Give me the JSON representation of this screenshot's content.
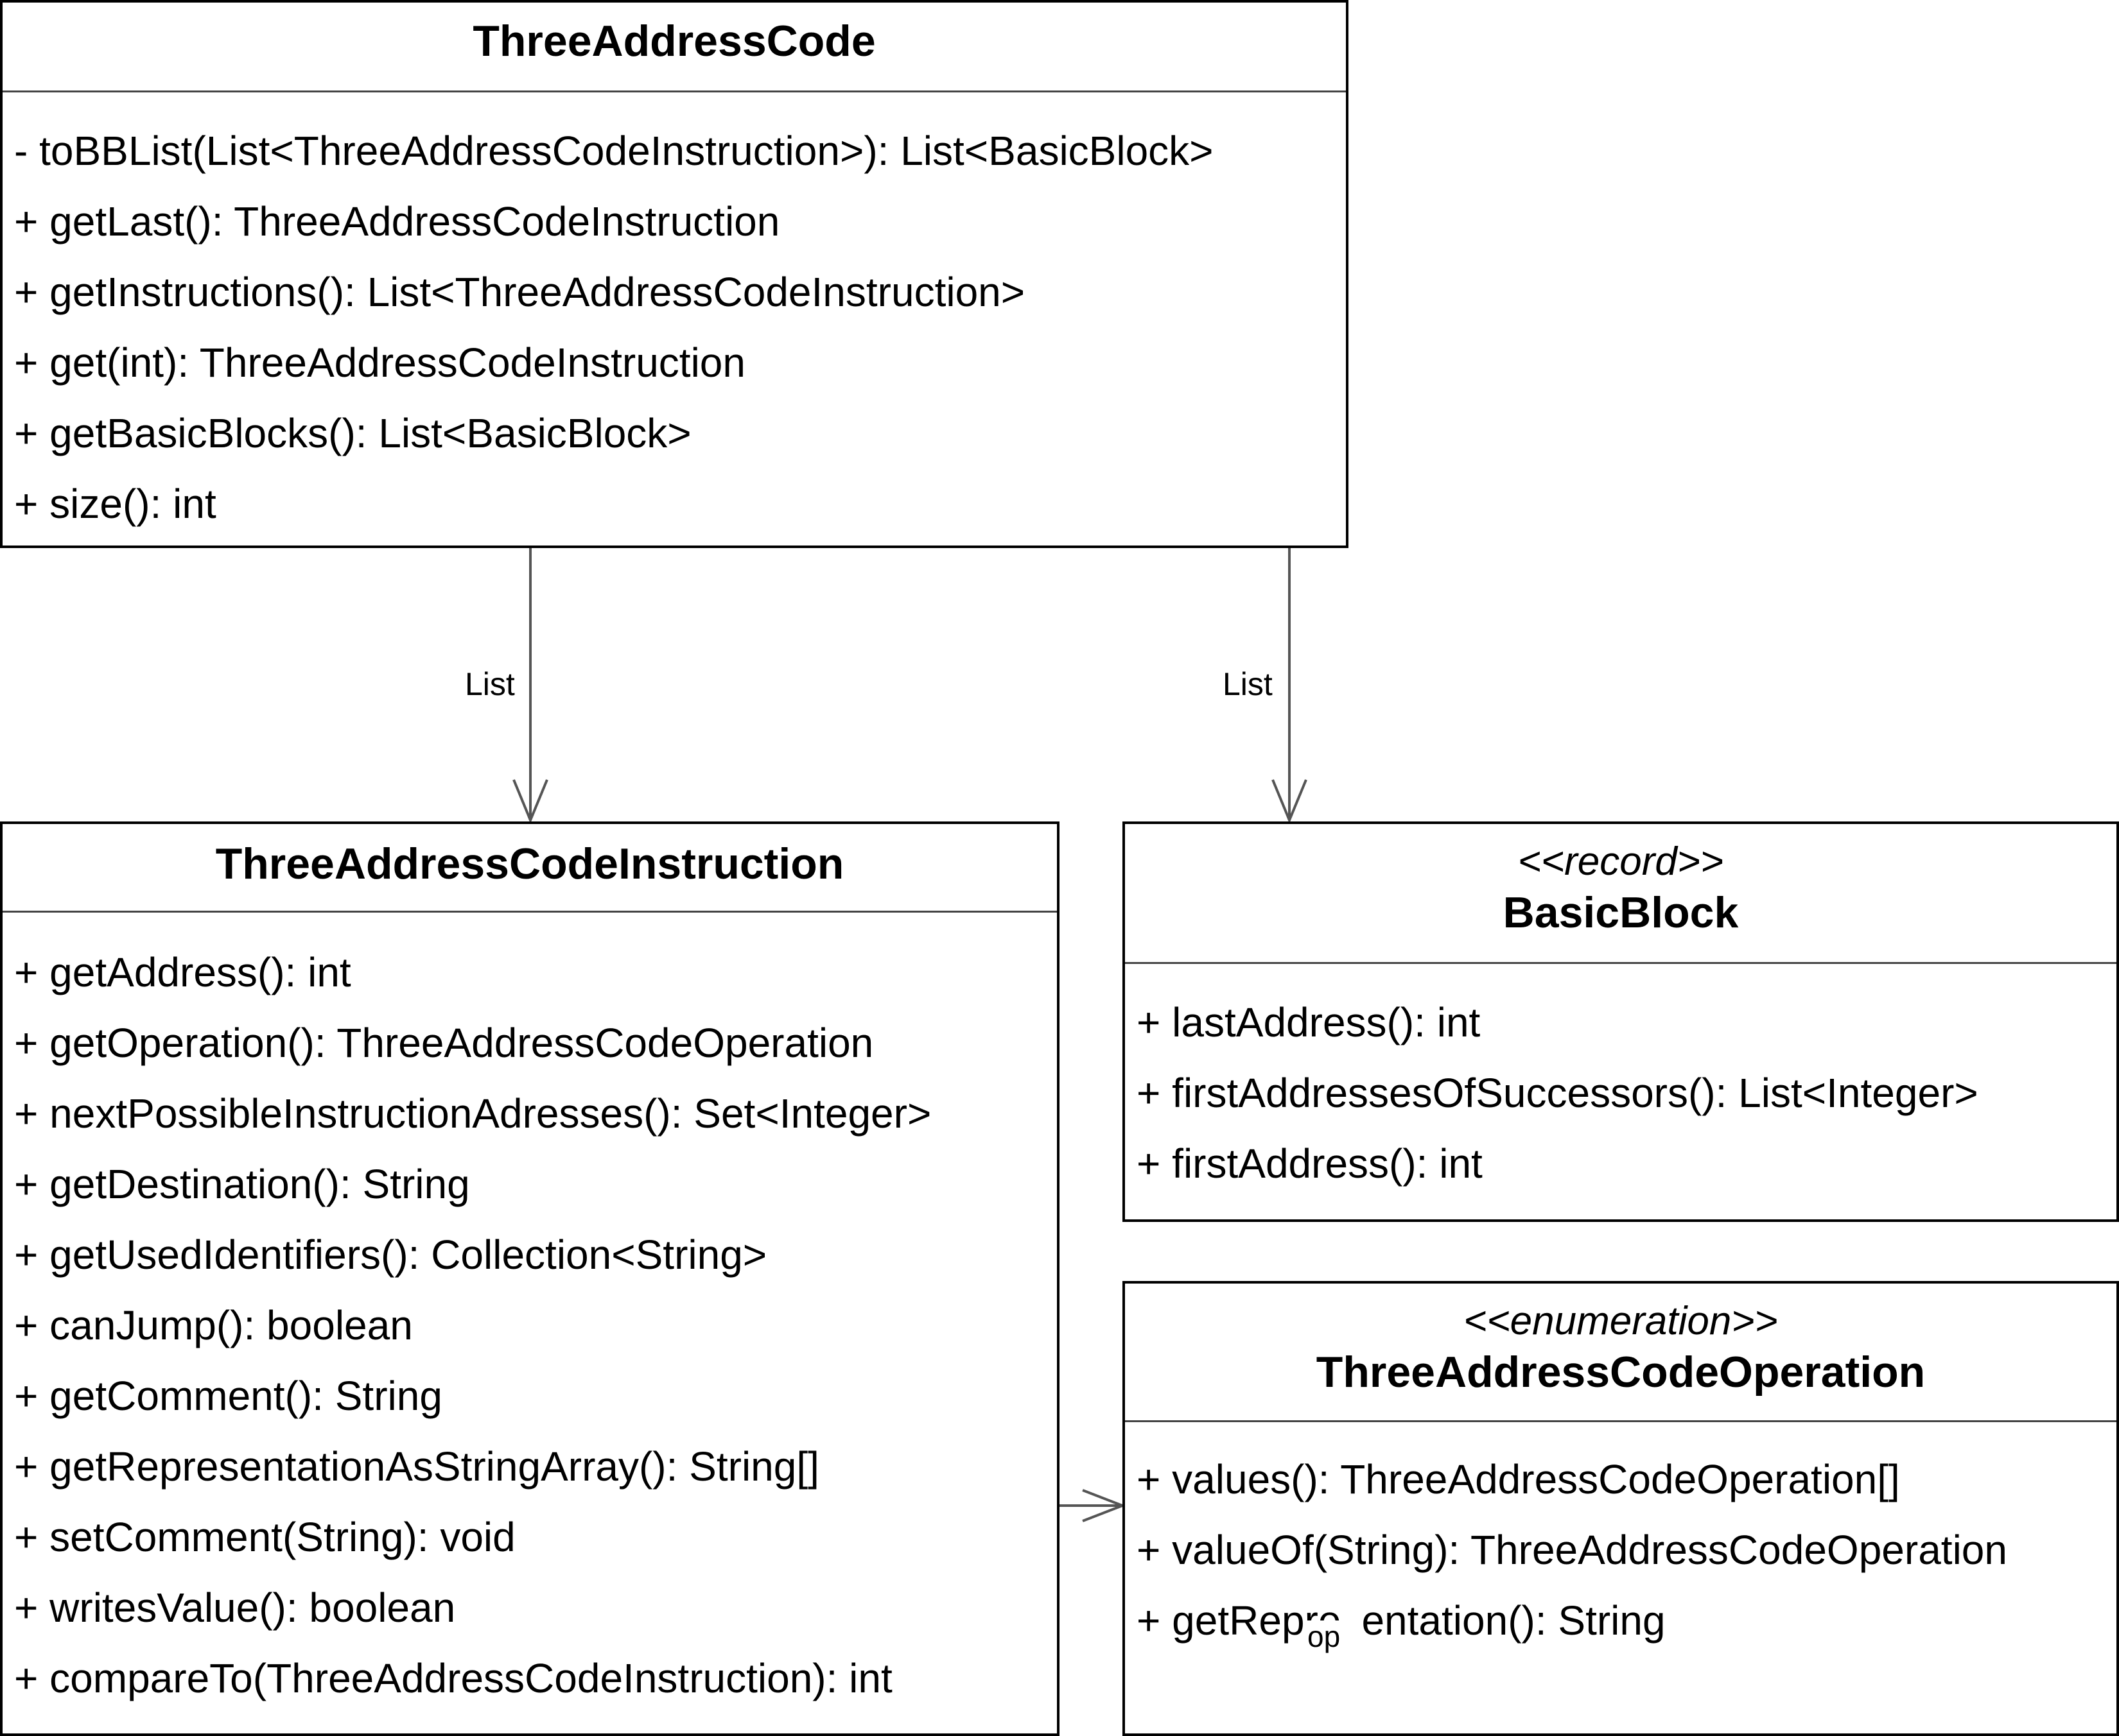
{
  "classes": {
    "tac": {
      "name": "ThreeAddressCode",
      "operations": [
        "- toBBList(List<ThreeAddressCodeInstruction>): List<BasicBlock>",
        "+ getLast(): ThreeAddressCodeInstruction",
        "+ getInstructions(): List<ThreeAddressCodeInstruction>",
        "+ get(int): ThreeAddressCodeInstruction",
        "+ getBasicBlocks(): List<BasicBlock>",
        "+ size(): int"
      ]
    },
    "instruction": {
      "name": "ThreeAddressCodeInstruction",
      "operations": [
        "+ getAddress(): int",
        "+ getOperation(): ThreeAddressCodeOperation",
        "+ nextPossibleInstructionAdresses(): Set<Integer>",
        "+ getDestination(): String",
        "+ getUsedIdentifiers(): Collection<String>",
        "+ canJump(): boolean",
        "+ getComment(): String",
        "+ getRepresentationAsStringArray(): String[]",
        "+ setComment(String): void",
        "+ writesValue(): boolean",
        "+ compareTo(ThreeAddressCodeInstruction): int"
      ]
    },
    "basicblock": {
      "stereotype": "<<record>>",
      "name": "BasicBlock",
      "operations": [
        "+ lastAddress(): int",
        "+ firstAddressesOfSuccessors(): List<Integer>",
        "+ firstAddress(): int"
      ]
    },
    "operation": {
      "stereotype": "<<enumeration>>",
      "name": "ThreeAddressCodeOperation",
      "operations": [
        "+ values(): ThreeAddressCodeOperation[]",
        "+ valueOf(String): ThreeAddressCodeOperation",
        "+ getRepre",
        "entation(): String"
      ],
      "overlap_text": "op"
    }
  },
  "associations": {
    "to_instruction": {
      "label": "List"
    },
    "to_basicblock": {
      "label": "List"
    }
  }
}
